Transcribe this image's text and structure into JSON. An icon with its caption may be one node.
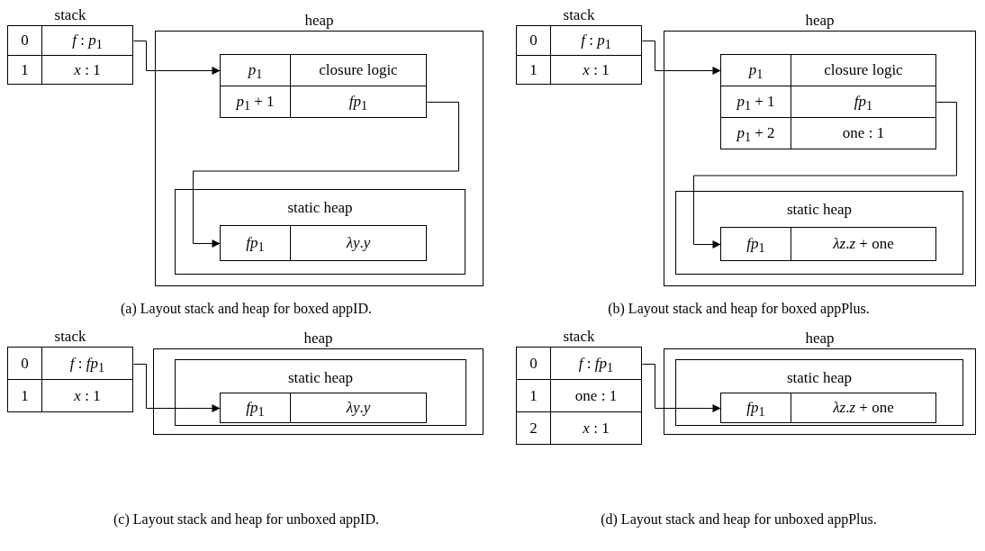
{
  "diagram": {
    "nodes": [
      {
        "text": [
          "stack"
        ]
      },
      {
        "text": [
          "0",
          "*f* : *p*$_{1}$"
        ],
        "in": 0
      },
      {
        "text": [
          "1",
          "*x* : 1"
        ],
        "in": 0
      },
      {
        "text": [
          "heap"
        ]
      },
      {
        "text": [
          "*p*$_{1}$",
          "closure logic"
        ],
        "in": 3
      },
      {
        "text": [
          "*p*$_{1}$ + 1",
          "*fp*$_{1}$"
        ],
        "in": 3
      },
      {
        "text": [
          "static heap"
        ],
        "in": 3
      },
      {
        "text": [
          "*fp*$_{1}$",
          "*λy*.*y*"
        ],
        "in": 6
      },
      {
        "text": [
          "stack"
        ]
      },
      {
        "text": [
          "0",
          "*f* : *p*$_{1}$"
        ],
        "in": 8
      },
      {
        "text": [
          "1",
          "*x* : 1"
        ],
        "in": 8
      },
      {
        "text": [
          "heap"
        ]
      },
      {
        "text": [
          "*p*$_{1}$",
          "closure logic"
        ],
        "in": 11
      },
      {
        "text": [
          "*p*$_{1}$ + 1",
          "*fp*$_{1}$"
        ],
        "in": 11
      },
      {
        "text": [
          "*p*$_{1}$ + 2",
          "one : 1"
        ],
        "in": 11
      },
      {
        "text": [
          "static heap"
        ],
        "in": 11
      },
      {
        "text": [
          "*fp*$_{1}$",
          "*λz*.*z* + one"
        ],
        "in": 15
      },
      {
        "text": [
          "stack"
        ]
      },
      {
        "text": [
          "0",
          "*f* : *fp*$_{1}$"
        ],
        "in": 17
      },
      {
        "text": [
          "1",
          "*x* : 1"
        ],
        "in": 17
      },
      {
        "text": [
          "heap"
        ]
      },
      {
        "text": [
          "static heap"
        ],
        "in": 20
      },
      {
        "text": [
          "*fp*$_{1}$",
          "*λy*.*y*"
        ],
        "in": 21
      },
      {
        "text": [
          "stack"
        ]
      },
      {
        "text": [
          "0",
          "*f* : *fp*$_{1}$"
        ],
        "in": 23
      },
      {
        "text": [
          "1",
          "one : 1"
        ],
        "in": 23
      },
      {
        "text": [
          "2",
          "*x* : 1"
        ],
        "in": 23
      },
      {
        "text": [
          "heap"
        ]
      },
      {
        "text": [
          "static heap"
        ],
        "in": 27
      },
      {
        "text": [
          "*fp*$_{1}$",
          "*λz*.*z* + one"
        ],
        "in": 28
      }
    ],
    "edges": [
      {
        "from": 1,
        "to": 4,
        "arrow": "to"
      },
      {
        "from": 5,
        "to": 7,
        "arrow": "to"
      },
      {
        "from": 9,
        "to": 12,
        "arrow": "to"
      },
      {
        "from": 13,
        "to": 16,
        "arrow": "to"
      },
      {
        "from": 18,
        "to": 22,
        "arrow": "to"
      },
      {
        "from": 24,
        "to": 29,
        "arrow": "to"
      }
    ],
    "labels": [
      "(a) Layout stack and heap for boxed appID.",
      "(b) Layout stack and heap for boxed appPlus.",
      "(c) Layout stack and heap for unboxed appID.",
      "(d) Layout stack and heap for unboxed appPlus."
    ]
  }
}
